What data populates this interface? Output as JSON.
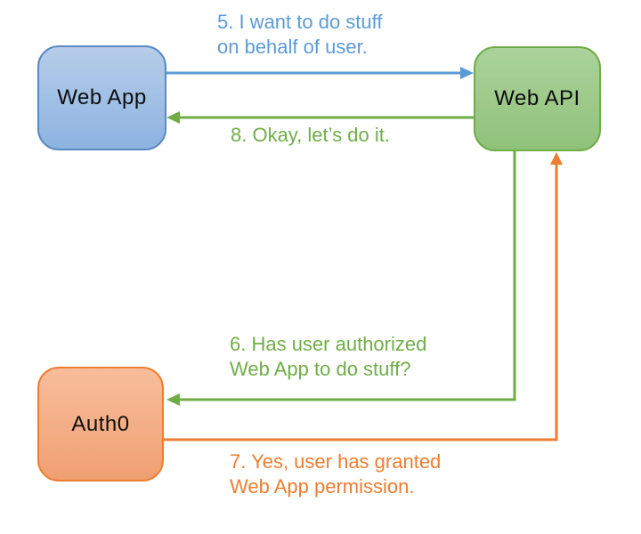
{
  "colors": {
    "blue": "#5b9bd5",
    "green": "#70ad47",
    "orange": "#ed7d31",
    "node_text": "#0d0d0d",
    "web_app_fill_top": "#b6cdea",
    "web_app_fill_bottom": "#8db3e0",
    "web_app_border": "#5b8ac2",
    "web_api_fill_top": "#abd29b",
    "web_api_fill_bottom": "#90c27a",
    "web_api_border": "#70ad47",
    "auth0_fill_top": "#f8bd9c",
    "auth0_fill_bottom": "#f0a072",
    "auth0_border": "#ed7d31"
  },
  "nodes": {
    "web_app": {
      "label": "Web App"
    },
    "web_api": {
      "label": "Web API"
    },
    "auth0": {
      "label": "Auth0"
    }
  },
  "messages": {
    "step5": {
      "from": "Web App",
      "to": "Web API",
      "color": "#5b9bd5",
      "lines": [
        "5. I want to do stuff",
        "on behalf of user."
      ]
    },
    "step8": {
      "from": "Web API",
      "to": "Web App",
      "color": "#70ad47",
      "lines": [
        "8. Okay, let’s do it."
      ]
    },
    "step6": {
      "from": "Web API",
      "to": "Auth0",
      "color": "#70ad47",
      "lines": [
        "6. Has user authorized",
        "Web App to do stuff?"
      ]
    },
    "step7": {
      "from": "Auth0",
      "to": "Web API",
      "color": "#ed7d31",
      "lines": [
        "7. Yes, user has granted",
        "Web App permission."
      ]
    }
  }
}
